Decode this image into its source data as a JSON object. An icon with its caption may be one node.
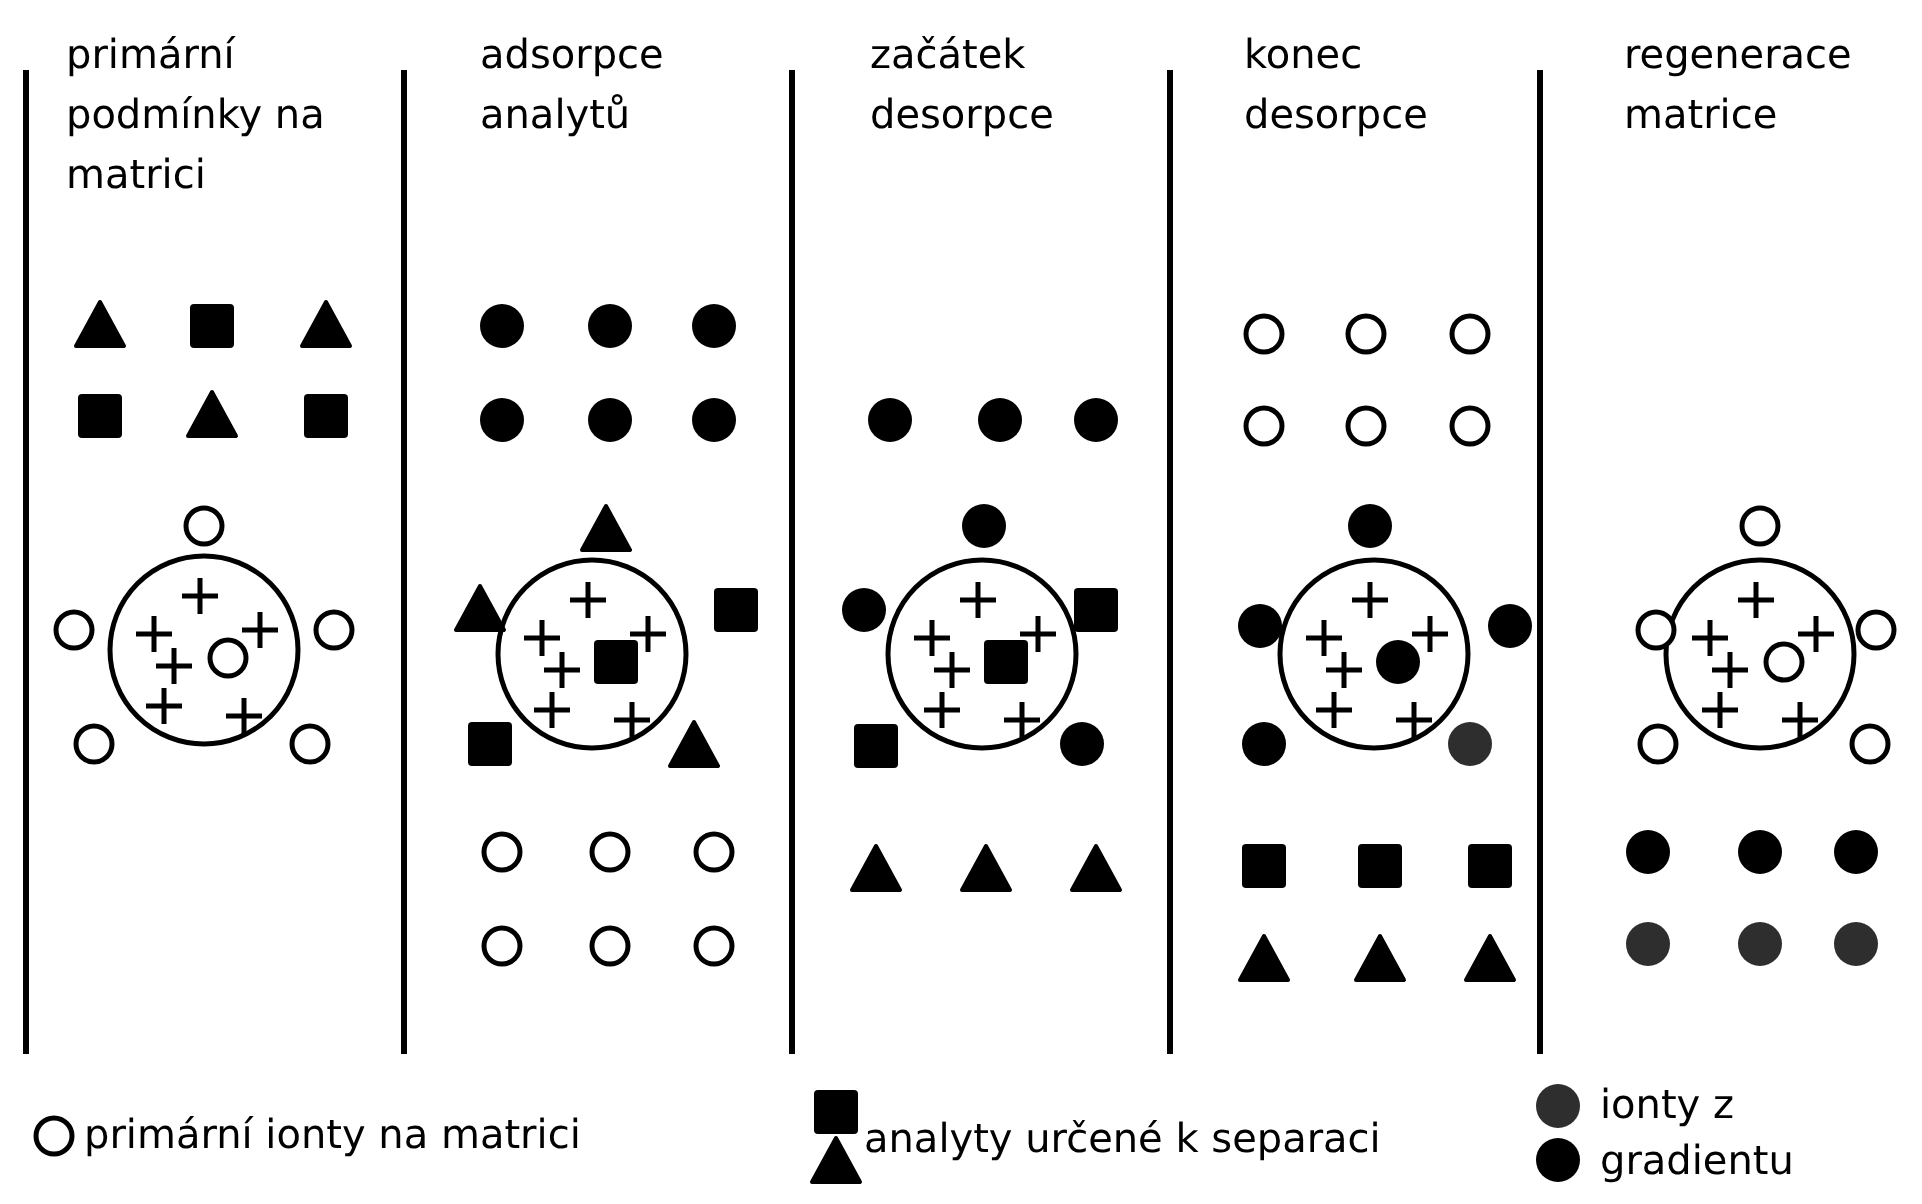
{
  "diagram": {
    "labels": [
      "primární podmínky na matrici",
      "adsorpce analytů",
      "začátek desorpce",
      "konec desorpce",
      "regenerace matrice"
    ],
    "legend": [
      {
        "text": "primární ionty na matrici"
      },
      {
        "text": "analyty určené k separaci"
      },
      {
        "text": "ionty z gradientu"
      }
    ]
  }
}
